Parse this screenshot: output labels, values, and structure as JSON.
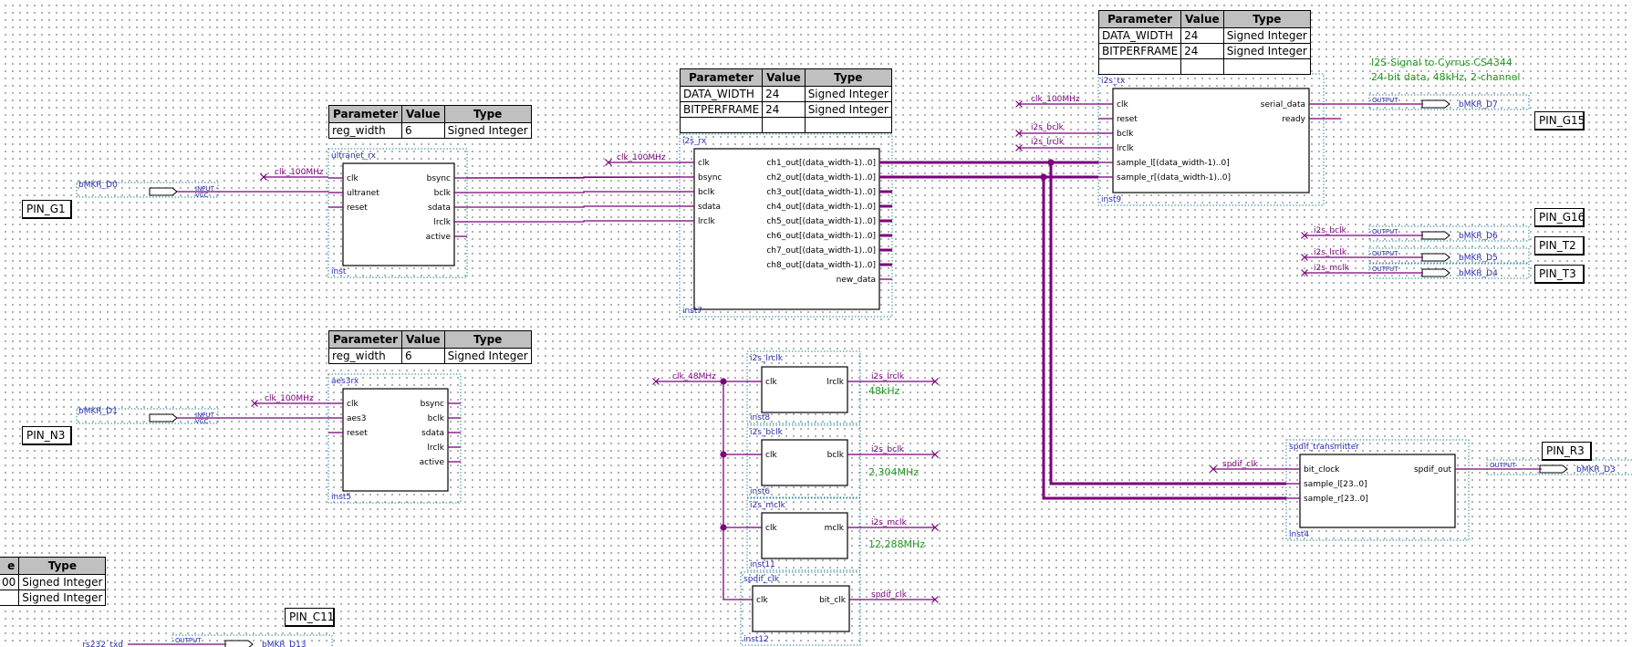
{
  "colors": {
    "wire": "#7b007b",
    "box": "#000000",
    "dotted": "#1e8a9a",
    "note": "#1f9a1f",
    "label": "#2a2ab5"
  },
  "param_headers": [
    "Parameter",
    "Value",
    "Type"
  ],
  "tables": {
    "t_tx": [
      [
        "DATA_WIDTH",
        "24",
        "Signed Integer"
      ],
      [
        "BITPERFRAME",
        "24",
        "Signed Integer"
      ],
      [
        "",
        "",
        ""
      ]
    ],
    "t_rx": [
      [
        "DATA_WIDTH",
        "24",
        "Signed Integer"
      ],
      [
        "BITPERFRAME",
        "24",
        "Signed Integer"
      ],
      [
        "",
        "",
        ""
      ]
    ],
    "t_ultranet": [
      [
        "reg_width",
        "6",
        "Signed Integer"
      ]
    ],
    "t_aes": [
      [
        "reg_width",
        "6",
        "Signed Integer"
      ]
    ],
    "t_partial": {
      "headers": [
        "e",
        "Type"
      ],
      "rows": [
        [
          "00",
          "Signed Integer"
        ],
        [
          "",
          "Signed Integer"
        ]
      ]
    }
  },
  "pins": {
    "g1": "PIN_G1",
    "n3": "PIN_N3",
    "c11": "PIN_C11",
    "g15": "PIN_G15",
    "g16": "PIN_G16",
    "t2": "PIN_T2",
    "t3": "PIN_T3",
    "r3": "PIN_R3"
  },
  "notes": {
    "tx1": "I2S-Signal to Cyrrus CS4344",
    "tx2": "24-bit data, 48kHz, 2-channel",
    "f_lrclk": "48kHz",
    "f_bclk": "2,304MHz",
    "f_mclk": "12,288MHz"
  },
  "blocks": {
    "ultranet": {
      "title": "ultranet_rx",
      "inst": "inst",
      "inputs": [
        "clk",
        "ultranet",
        "reset"
      ],
      "outputs": [
        "bsync",
        "bclk",
        "sdata",
        "lrclk",
        "active"
      ]
    },
    "aes": {
      "title": "aes3rx",
      "inst": "inst5",
      "inputs": [
        "clk",
        "aes3",
        "reset"
      ],
      "outputs": [
        "bsync",
        "bclk",
        "sdata",
        "lrclk",
        "active"
      ]
    },
    "rx": {
      "title": "i2s_rx",
      "inst": "inst7",
      "inputs": [
        "clk",
        "bsync",
        "bclk",
        "sdata",
        "lrclk"
      ],
      "outputs": [
        "ch1_out[(data_width-1)..0]",
        "ch2_out[(data_width-1)..0]",
        "ch3_out[(data_width-1)..0]",
        "ch4_out[(data_width-1)..0]",
        "ch5_out[(data_width-1)..0]",
        "ch6_out[(data_width-1)..0]",
        "ch7_out[(data_width-1)..0]",
        "ch8_out[(data_width-1)..0]",
        "new_data"
      ]
    },
    "tx": {
      "title": "i2s_tx",
      "inst": "inst9",
      "inputs": [
        "clk",
        "reset",
        "bclk",
        "lrclk",
        "sample_l[(data_width-1)..0]",
        "sample_r[(data_width-1)..0]"
      ],
      "outputs": [
        "serial_data",
        "ready"
      ]
    },
    "lrclk": {
      "title": "i2s_lrclk",
      "inst": "inst8",
      "inputs": [
        "clk"
      ],
      "outputs": [
        "lrclk"
      ]
    },
    "bclk": {
      "title": "i2s_bclk",
      "inst": "inst6",
      "inputs": [
        "clk"
      ],
      "outputs": [
        "bclk"
      ]
    },
    "mclk": {
      "title": "i2s_mclk",
      "inst": "inst11",
      "inputs": [
        "clk"
      ],
      "outputs": [
        "mclk"
      ]
    },
    "spclk": {
      "title": "spdif_clk",
      "inst": "inst12",
      "inputs": [
        "clk"
      ],
      "outputs": [
        "bit_clk"
      ]
    },
    "spdif": {
      "title": "spdif_transmitter",
      "inst": "inst4",
      "inputs": [
        "bit_clock",
        "sample_l[23..0]",
        "sample_r[23..0]"
      ],
      "outputs": [
        "spdif_out"
      ]
    }
  },
  "nets": {
    "clk100": "clk_100MHz",
    "clk48": "clk_48MHz",
    "i2s_bclk": "i2s_bclk",
    "i2s_lrclk": "i2s_lrclk",
    "i2s_mclk": "i2s_mclk",
    "spdif_clk": "spdif_clk",
    "bmkr_d0": "bMKR_D0",
    "bmkr_d1": "bMKR_D1",
    "bmkr_d7": "bMKR_D7",
    "bmkr_d6": "bMKR_D6",
    "bmkr_d5": "bMKR_D5",
    "bmkr_d4": "bMKR_D4",
    "bmkr_d3": "bMKR_D3",
    "bmkr_d13": "bMKR_D13",
    "rs232": "rs232_txd",
    "input": "INPUT",
    "vcc": "VCC",
    "output": "OUTPUT"
  }
}
